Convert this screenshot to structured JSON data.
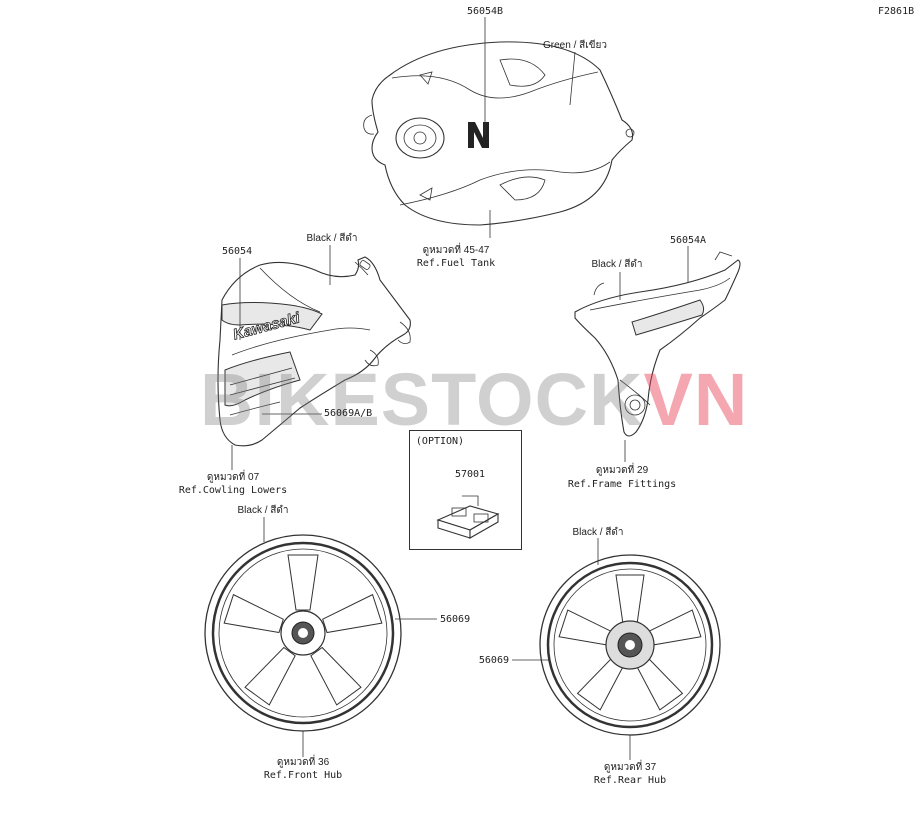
{
  "figure_id": "F2861B",
  "watermark": {
    "part1": "BIKESTOCK",
    "part2": "VN"
  },
  "decal_text": "Kawasaki",
  "fuel_tank": {
    "part_no": "56054B",
    "color_label": "Green / สีเขียว",
    "ref_th": "ดูหมวดที่ 45-47",
    "ref": "Ref.Fuel Tank"
  },
  "cowling": {
    "part_no": "56054",
    "color_label": "Black / สีดำ",
    "sub_part_no": "56069A/B",
    "ref_th": "ดูหมวดที่ 07",
    "ref": "Ref.Cowling Lowers"
  },
  "frame": {
    "part_no": "56054A",
    "color_label": "Black / สีดำ",
    "ref_th": "ดูหมวดที่ 29",
    "ref": "Ref.Frame Fittings"
  },
  "option": {
    "title": "(OPTION)",
    "part_no": "57001"
  },
  "front_wheel": {
    "part_no": "56069",
    "color_label": "Black / สีดำ",
    "ref_th": "ดูหมวดที่ 36",
    "ref": "Ref.Front Hub"
  },
  "rear_wheel": {
    "part_no": "56069",
    "color_label": "Black / สีดำ",
    "ref_th": "ดูหมวดที่ 37",
    "ref": "Ref.Rear Hub"
  }
}
